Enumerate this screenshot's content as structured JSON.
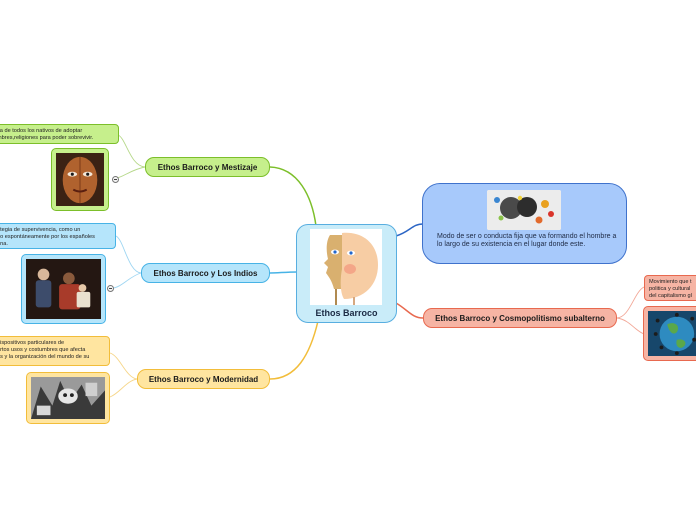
{
  "central": {
    "label": "Ethos Barroco"
  },
  "definition": {
    "text": "Modo de ser o conducta fija que va formando el hombre a lo largo de su existencia en el lugar donde este."
  },
  "branches": {
    "mestizaje": {
      "label": "Ethos Barroco y Mestizaje",
      "note": "va de todos los nativos de adoptar\nmbres,religiones para poder sobrevivir."
    },
    "indios": {
      "label": "Ethos Barroco y Los Indios",
      "note": "ategia de supervivencia, como un\ndo espontáneamente por los españoles\nena."
    },
    "modernidad": {
      "label": "Ethos Barroco y Modernidad",
      "note": "dispositivos particulares de\nertos usos y costumbres que afecta\nas y la organización del mundo de su"
    },
    "cosmopolitismo": {
      "label": "Ethos Barroco y Cosmopolitismo subalterno",
      "note": "Movimiento que t\npolitica y cultural\ndel capitalismo gl"
    }
  },
  "colors": {
    "mestizaje": "#7cbf2a",
    "indios": "#47b3e6",
    "modernidad": "#f2bd3a",
    "cosmopolitismo": "#e8694f",
    "definition": "#2c66c5"
  },
  "icons": [
    "masks-image",
    "face-portrait-image",
    "colonial-family-painting",
    "guernica-painting",
    "globe-people-image",
    "brain-idea-image",
    "collapse-toggle-icon"
  ]
}
